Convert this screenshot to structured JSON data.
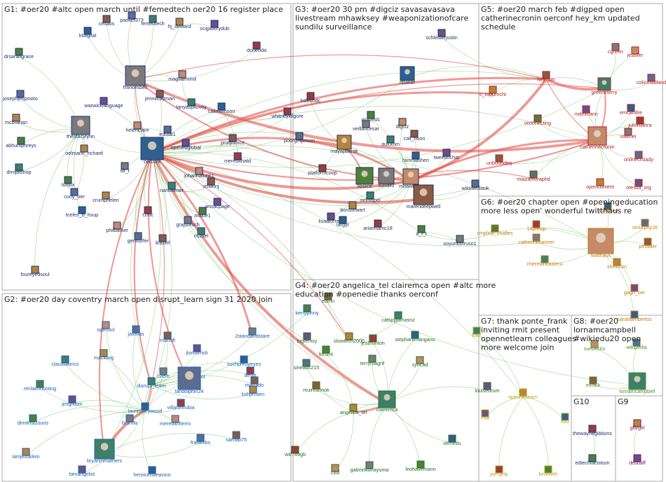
{
  "palette": {
    "panel_border": "#a8a8a8",
    "edge_green": "#6fbf5a",
    "edge_red": "#e2463f",
    "g1_label": "#1f2f6e",
    "g2_label": "#1a5fa8",
    "g3_label": "#1f3050",
    "g4_label": "#246b22",
    "g5_label": "#b01e1e",
    "g6_label": "#c27a12",
    "g7_label": "#bfa219",
    "g8_label": "#4c8f2b",
    "g9_label": "#7a1a5a",
    "g10_label": "#1f2f6e"
  },
  "groups": [
    {
      "id": "G1",
      "title_lines": [
        "G1: #oer20 #altc open march until #femedtech oer20 16 register place"
      ],
      "color_key": "g1_label",
      "nodes": [
        {
          "label": "paola5373"
        },
        {
          "label": "celtatis"
        },
        {
          "label": "femedtech"
        },
        {
          "label": "hj_deward"
        },
        {
          "label": "scigallerydub"
        },
        {
          "label": "ktdigital"
        },
        {
          "label": "donenda"
        },
        {
          "label": "drsarahgrace"
        },
        {
          "label": "francesbell"
        },
        {
          "label": "magsamond"
        },
        {
          "label": "josephjesposito"
        },
        {
          "label": "jenniihayman"
        },
        {
          "label": "tanyaspilovoy"
        },
        {
          "label": "mcbrarian"
        },
        {
          "label": "warwicklanguage"
        },
        {
          "label": "calimorrison"
        },
        {
          "label": "whitneykilgore"
        },
        {
          "label": "abhumphreys"
        },
        {
          "label": "thestacylynn"
        },
        {
          "label": "helenclare"
        },
        {
          "label": "edulai1"
        },
        {
          "label": "profpatrice"
        },
        {
          "label": "drmjbishop"
        },
        {
          "label": "oelmann_richard"
        },
        {
          "label": "openedglobal"
        },
        {
          "label": "oerconf"
        },
        {
          "label": "meredithatd"
        },
        {
          "label": "tuxjux"
        },
        {
          "label": "uli_t"
        },
        {
          "label": "johannafunk1"
        },
        {
          "label": "cuny_oer"
        },
        {
          "label": "vmarinj"
        },
        {
          "label": "nanwarner"
        },
        {
          "label": "crumphelen"
        },
        {
          "label": "annacpage"
        },
        {
          "label": "tceles_b_hsup"
        },
        {
          "label": "t1mc"
        },
        {
          "label": "makle1"
        },
        {
          "label": "grajuretich"
        },
        {
          "label": "philbarker"
        },
        {
          "label": "gemturfer"
        },
        {
          "label": "lirazelf"
        },
        {
          "label": "nuzzel"
        },
        {
          "label": "foureyedsoul"
        }
      ]
    },
    {
      "id": "G2",
      "title_lines": [
        "G2: #oer20 day coventry march open disrupt_learn sign 31 2020 join"
      ],
      "color_key": "g2_label",
      "nodes": [
        {
          "label": "kerrypinny"
        },
        {
          "label": "2standandstare"
        },
        {
          "label": "openucl"
        },
        {
          "label": "jatenas"
        },
        {
          "label": "marloft"
        },
        {
          "label": "claudiakincs"
        },
        {
          "label": "mackiwg"
        },
        {
          "label": "jlomorrish"
        },
        {
          "label": "suchprettyeyes"
        },
        {
          "label": "desig"
        },
        {
          "label": "reclaimhosting"
        },
        {
          "label": "czern"
        },
        {
          "label": "ammienoot"
        },
        {
          "label": "landolphin24"
        },
        {
          "label": "mafrado"
        },
        {
          "label": "disrupt_learn"
        },
        {
          "label": "kshjensen"
        },
        {
          "label": "jimgroom"
        },
        {
          "label": "laurenheywood"
        },
        {
          "label": "villaronrubia"
        },
        {
          "label": "dimitristzouris"
        },
        {
          "label": "brumfa"
        },
        {
          "label": "meredithfierro"
        },
        {
          "label": "friedelitis"
        },
        {
          "label": "sarnab75"
        },
        {
          "label": "bryanmmathers"
        },
        {
          "label": "iamjessklein"
        },
        {
          "label": "bevangelist"
        },
        {
          "label": "heroicendeavour"
        }
      ]
    },
    {
      "id": "G3",
      "title_lines": [
        "G3: #oer20 30 pm #digciz savasavasava",
        "livestream mhawksey #weaponizationofcare",
        "sundilu surveillance"
      ],
      "color_key": "g3_label",
      "nodes": [
        {
          "label": "schleiderjustin"
        },
        {
          "label": "nbaker"
        },
        {
          "label": "ksleondc"
        },
        {
          "label": "graveslc"
        },
        {
          "label": "veillancesar"
        },
        {
          "label": "digciz"
        },
        {
          "label": "poorgetprison"
        },
        {
          "label": "call_hoon"
        },
        {
          "label": "autumm"
        },
        {
          "label": "mayapbarak"
        },
        {
          "label": "tweetinchar"
        },
        {
          "label": "rammasheri"
        },
        {
          "label": "platformcoop"
        },
        {
          "label": "libskra"
        },
        {
          "label": "sundilu"
        },
        {
          "label": "mhawksey"
        },
        {
          "label": "wikimediauk"
        },
        {
          "label": "marendeepwell"
        },
        {
          "label": "morrispel"
        },
        {
          "label": "bonstewart"
        },
        {
          "label": "lisaaforrest"
        },
        {
          "label": "largyr"
        },
        {
          "label": "ariannamc18"
        },
        {
          "label": "a_l_t"
        },
        {
          "label": "soyunbotruso1"
        }
      ]
    },
    {
      "id": "G4",
      "title_lines": [
        "G4: #oer20 angelica_tel clairemca open #altc more",
        "education #openedie thanks oerconf"
      ],
      "color_key": "g4_label",
      "nodes": [
        {
          "label": "eamu"
        },
        {
          "label": "catspyjamasnz"
        },
        {
          "label": "slowtech2000"
        },
        {
          "label": "bigfemsy"
        },
        {
          "label": "stephanimangano"
        },
        {
          "label": "jesbrunton"
        },
        {
          "label": "forumt"
        },
        {
          "label": "terrymagnf"
        },
        {
          "label": "syncad"
        },
        {
          "label": "sineads215"
        },
        {
          "label": "muireannok"
        },
        {
          "label": "clairemca"
        },
        {
          "label": "angelica_tel"
        },
        {
          "label": "louisedrum"
        },
        {
          "label": "okfnedu"
        },
        {
          "label": "will789gb"
        },
        {
          "label": "leohavemann"
        },
        {
          "label": "gabrielkonayuma"
        },
        {
          "label": "ctlul"
        }
      ]
    },
    {
      "id": "G5",
      "title_lines": [
        "G5: #oer20 march feb #digped open",
        "catherinecronin oerconf hey_km updated",
        "schedule"
      ],
      "color_key": "g5_label",
      "nodes": [
        {
          "label": "cgreen"
        },
        {
          "label": "jessifer"
        },
        {
          "label": "colinmadland"
        },
        {
          "label": "hey_km"
        },
        {
          "label": "greeneterry"
        },
        {
          "label": "c_rupprecht"
        },
        {
          "label": "mdeimann"
        },
        {
          "label": "emcandre"
        },
        {
          "label": "julvirbahra"
        },
        {
          "label": "vconnecting"
        },
        {
          "label": "valeriei"
        },
        {
          "label": "catherinecronin"
        },
        {
          "label": "onlinecrslady"
        },
        {
          "label": "unboundeq"
        },
        {
          "label": "miazamoraphd"
        },
        {
          "label": "opencontent"
        },
        {
          "label": "otessa_org"
        }
      ]
    },
    {
      "id": "G6",
      "title_lines": [
        "G6: #oer20 chapter open #openingeducation",
        "more less open' wonderful twitthaus re"
      ],
      "color_key": "g6_label",
      "nodes": [
        {
          "label": "ashleyed"
        },
        {
          "label": "14prinsp"
        },
        {
          "label": "cmplxty_studies"
        },
        {
          "label": "catherinevanner"
        },
        {
          "label": "twitthaus"
        },
        {
          "label": "omurphy16"
        },
        {
          "label": "ptrowler"
        },
        {
          "label": "cherelancasteru"
        },
        {
          "label": "sheilmcn"
        },
        {
          "label": "gogn_oer"
        },
        {
          "label": "sarahlambertoz"
        }
      ]
    },
    {
      "id": "G7",
      "title_lines": [
        "G7: thank ponte_frank",
        "inviting rmit present",
        "opennetlearn colleagues",
        "more welcome join"
      ],
      "color_key": "g7_label",
      "nodes": [
        {
          "label": "kath"
        },
        {
          "label": "opennetlearn"
        },
        {
          "label": "rmit"
        },
        {
          "label": "kau"
        },
        {
          "label": "joergelp"
        },
        {
          "label": "britewith"
        }
      ]
    },
    {
      "id": "G8",
      "title_lines": [
        "G8: #oer20",
        "lornamcampbell",
        "#wikiedu20 open"
      ],
      "color_key": "g8_label",
      "nodes": [
        {
          "label": "suebecks"
        },
        {
          "label": "wikipedia"
        },
        {
          "label": "mmick"
        },
        {
          "label": "lornamcampbell"
        }
      ]
    },
    {
      "id": "G10",
      "title_lines": [
        "G10"
      ],
      "color_key": "g10_label",
      "nodes": [
        {
          "label": "thewaynegibbons"
        },
        {
          "label": "edtechfactotum"
        }
      ]
    },
    {
      "id": "G9",
      "title_lines": [
        "G9"
      ],
      "color_key": "g9_label",
      "nodes": [
        {
          "label": "glitrgirl"
        },
        {
          "label": "debbaff"
        }
      ]
    }
  ]
}
